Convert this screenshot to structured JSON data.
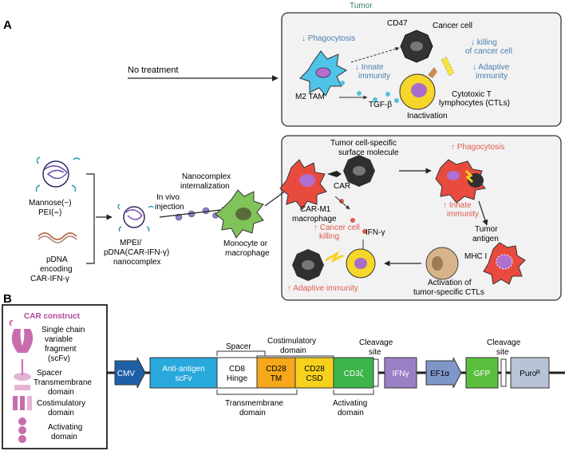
{
  "panel_a": {
    "letter": "A",
    "tumor_title": "Tumor",
    "no_treatment": "No treatment",
    "top": {
      "phagocytosis": "↓ Phagocytosis",
      "cd47": "CD47",
      "cancer_cell": "Cancer cell",
      "killing": [
        "↓ killing",
        "of cancer cell"
      ],
      "innate": [
        "↓ Innate",
        "immunity"
      ],
      "adaptive": [
        "↓ Adaptive",
        "immunity"
      ],
      "m2_tam": "M2 TAM",
      "tgf": "TGF-β",
      "ctl": [
        "Cytotoxic T",
        "lymphocytes (CTLs)"
      ],
      "inactivation": "Inactivation"
    },
    "left": {
      "mannose": "Mannose(~)",
      "pei": "PEI(⌢)",
      "pdna": [
        "pDNA",
        "encoding",
        "CAR-IFN-γ"
      ],
      "mpei": [
        "MPEI/",
        "pDNA(CAR-IFN-γ)",
        "nanocomplex"
      ],
      "injection": [
        "In vivo",
        "injection"
      ],
      "internalization": [
        "Nanocomplex",
        "internalization"
      ],
      "monocyte": [
        "Monocyte or",
        "macrophage"
      ]
    },
    "bottom": {
      "surface": [
        "Tumor cell-specific",
        "surface molecule"
      ],
      "car": "CAR",
      "car_m1": [
        "CAR-M1",
        "macrophage"
      ],
      "phagocytosis_up": "↑ Phagocytosis",
      "innate_up": [
        "↑ Innate",
        "immunity"
      ],
      "ifn": "IFN-γ",
      "killing_up": [
        "↑ Cancer cell",
        "killing"
      ],
      "tumor_antigen": [
        "Tumor",
        "antigen"
      ],
      "mhc": "MHC I",
      "adaptive_up": "↑ Adaptive immunity",
      "activation": [
        "Activation of",
        "tumor-specific CTLs"
      ]
    }
  },
  "panel_b": {
    "letter": "B",
    "legend_title": "CAR construct",
    "legend": {
      "scfv": [
        "Single chain",
        "variable",
        "fragment",
        "(scFv)"
      ],
      "spacer": "Spacer",
      "tm": [
        "Transmembrane",
        "domain"
      ],
      "costim": [
        "Costimulatory",
        "domain"
      ],
      "activating": [
        "Activating",
        "domain"
      ]
    },
    "construct": [
      {
        "label": [
          "CMV"
        ],
        "color": "#1f5fa8",
        "text": "#ffffff",
        "shape": "arrow"
      },
      {
        "label": [
          "Anti-antigen",
          "scFv"
        ],
        "color": "#29a8dc",
        "text": "#ffffff",
        "shape": "box"
      },
      {
        "label": [
          "CD8",
          "Hinge"
        ],
        "color": "#ffffff",
        "text": "#000000",
        "shape": "box"
      },
      {
        "label": [
          "CD28",
          "TM"
        ],
        "color": "#f5a81c",
        "text": "#000000",
        "shape": "box"
      },
      {
        "label": [
          "CD28",
          "CSD"
        ],
        "color": "#f7d11e",
        "text": "#000000",
        "shape": "box"
      },
      {
        "label": [
          "CD3ζ"
        ],
        "color": "#3cb44a",
        "text": "#ffffff",
        "shape": "box"
      },
      {
        "label": [
          "IFNγ"
        ],
        "color": "#9b7fc4",
        "text": "#ffffff",
        "shape": "box"
      },
      {
        "label": [
          "EF1α"
        ],
        "color": "#7f97c8",
        "text": "#000000",
        "shape": "arrow"
      },
      {
        "label": [
          "GFP"
        ],
        "color": "#5bbf3e",
        "text": "#ffffff",
        "shape": "box"
      },
      {
        "label": [
          "Puroᴿ"
        ],
        "color": "#b7c3d6",
        "text": "#000000",
        "shape": "box"
      }
    ],
    "annotations": {
      "spacer": "Spacer",
      "costim": [
        "Costimulatory",
        "domain"
      ],
      "cleavage1": [
        "Cleavage",
        "site"
      ],
      "cleavage2": [
        "Cleavage",
        "site"
      ],
      "tm_domain": [
        "Transmembrane",
        "domain"
      ],
      "activating_domain": [
        "Activating",
        "domain"
      ]
    }
  },
  "colors": {
    "blue_text": "#4a7fb0",
    "red_text": "#e05a4f",
    "tumor_title": "#2e7d6b",
    "legend_title": "#b0489a",
    "legend_shape": "#c86cae"
  }
}
